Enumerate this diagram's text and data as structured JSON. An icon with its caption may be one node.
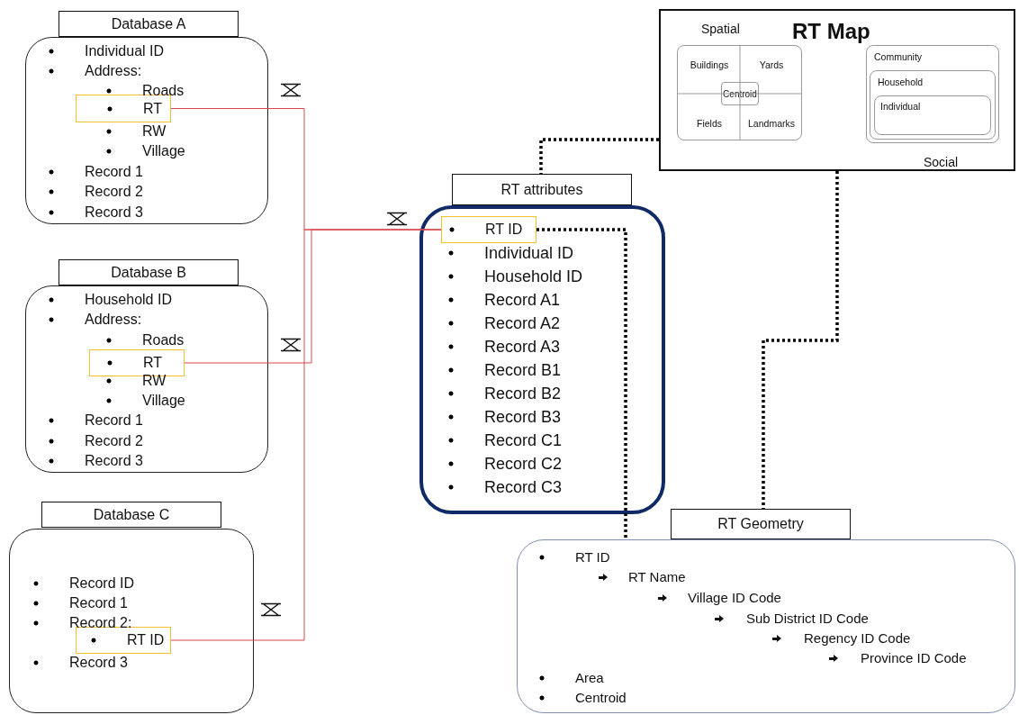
{
  "diagram": {
    "nodes": [
      {
        "text": [
          "Database A"
        ]
      },
      {
        "text": [
          "Individual ID",
          "Address:",
          "Roads",
          "RW",
          "Village",
          "Record 1",
          "Record 2",
          "Record 3"
        ]
      },
      {
        "text": [
          "RT"
        ],
        "in": 1
      },
      {
        "text": [
          "Database B"
        ]
      },
      {
        "text": [
          "Household ID",
          "Address:",
          "Roads",
          "RW",
          "Village",
          "Record 1",
          "Record 2",
          "Record 3"
        ]
      },
      {
        "text": [
          "RT"
        ],
        "in": 4
      },
      {
        "text": [
          "Database C"
        ]
      },
      {
        "text": [
          "Record ID",
          "Record 1",
          "Record 2:",
          "Record 3"
        ]
      },
      {
        "text": [
          "RT ID"
        ],
        "in": 7
      },
      {
        "text": [
          "Spatial",
          "RT Map",
          "Social"
        ]
      },
      {
        "text": [
          "Buildings",
          "Yards",
          "Fields",
          "Landmarks"
        ],
        "in": 9
      },
      {
        "text": [
          "Centroid"
        ],
        "in": 10
      },
      {
        "text": [
          "Community"
        ],
        "in": 9
      },
      {
        "text": [
          "Household"
        ],
        "in": 12
      },
      {
        "text": [
          "Individual"
        ],
        "in": 13
      },
      {
        "text": [
          "RT attributes"
        ]
      },
      {
        "text": [
          "Individual ID",
          "Household ID",
          "Record A1",
          "Record A2",
          "Record A3",
          "Record B1",
          "Record B2",
          "Record B3",
          "Record C1",
          "Record C2",
          "Record C3"
        ]
      },
      {
        "text": [
          "RT ID"
        ],
        "in": 16
      },
      {
        "text": [
          "RT Geometry"
        ]
      },
      {
        "text": [
          "RT ID",
          "RT Name",
          "Village ID Code",
          "Sub District ID Code",
          "Regency ID Code",
          "Province ID Code",
          "Area",
          "Centroid"
        ]
      }
    ],
    "edges": [
      {
        "from": 2,
        "to": 17,
        "arrow": "none",
        "color": "#d9484f"
      },
      {
        "from": 5,
        "to": 17,
        "arrow": "none",
        "color": "#d9484f"
      },
      {
        "from": 8,
        "to": 17,
        "arrow": "none",
        "color": "#d9484f"
      },
      {
        "from": 9,
        "to": 15,
        "arrow": "none",
        "style": "dashed",
        "color": "#000000"
      },
      {
        "from": 9,
        "to": 18,
        "arrow": "none",
        "style": "dashed",
        "color": "#000000"
      },
      {
        "from": 17,
        "to": 19,
        "arrow": "none",
        "style": "dashed",
        "color": "#000000"
      }
    ]
  }
}
